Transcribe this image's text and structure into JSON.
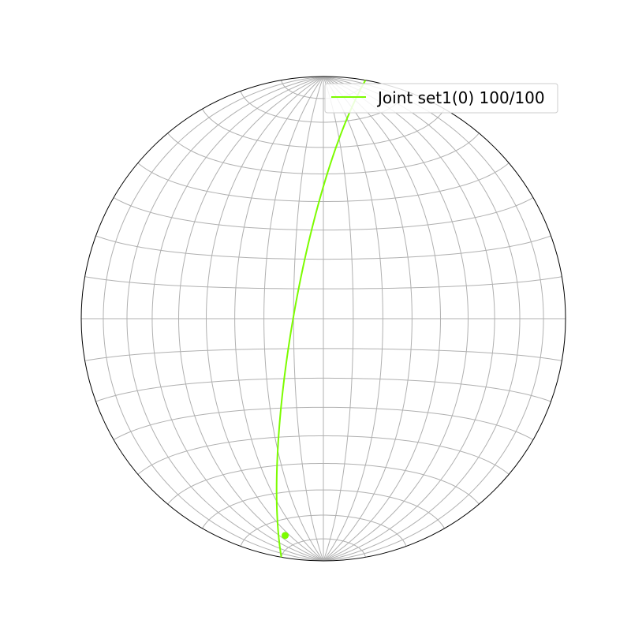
{
  "chart_data": {
    "type": "stereonet",
    "projection": "equal-area",
    "hemisphere": "lower",
    "grid": true,
    "grid_interval_deg": 10,
    "legend_placement": "top-right",
    "series": [
      {
        "name": "Joint set1(0) 100/100",
        "kind": "plane",
        "dip_direction": 100,
        "dip": 100,
        "color": "#7cfc00"
      },
      {
        "kind": "pole",
        "trend": 190,
        "plunge": 10,
        "color": "#7cfc00"
      }
    ]
  },
  "colors": {
    "grid": "#b0b0b0",
    "primitive": "#000000",
    "series": "#7cfc00",
    "legend_border": "#cccccc"
  }
}
